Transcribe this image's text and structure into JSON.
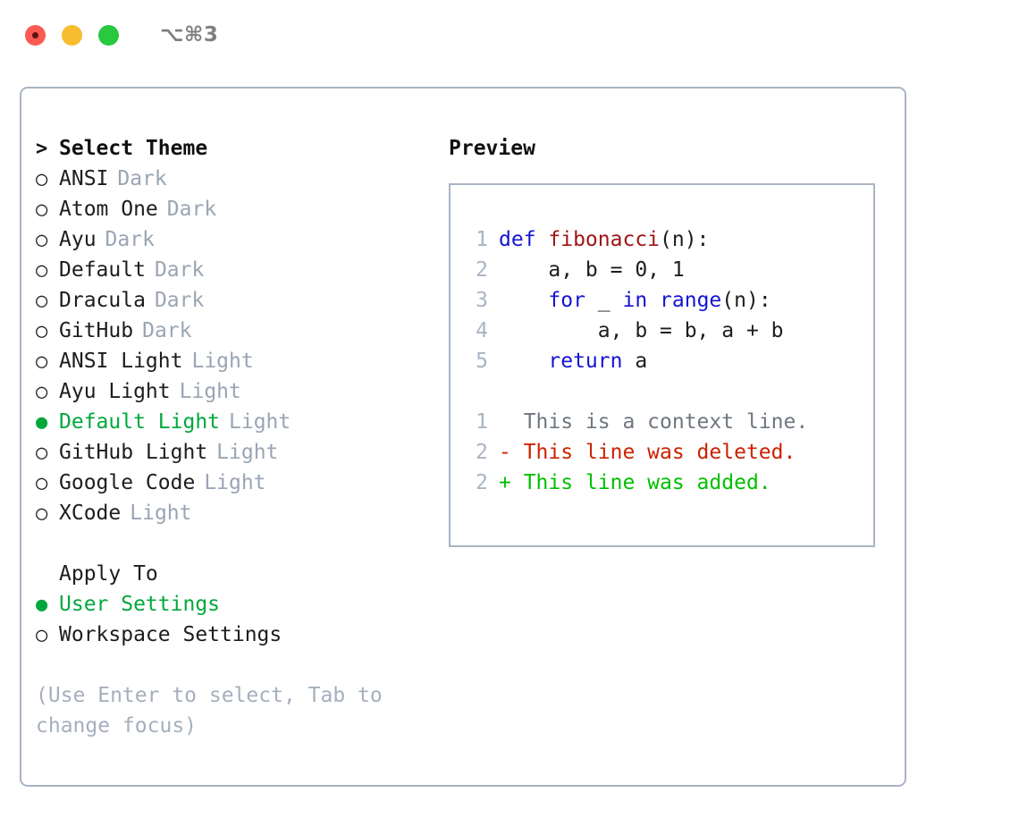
{
  "window": {
    "title": "⌥⌘3",
    "traffic_lights": [
      "close-red",
      "minimize-yellow",
      "maximize-green"
    ]
  },
  "theme_picker": {
    "header_prefix": ">",
    "header_label": "Select Theme",
    "bullet_unselected": "○",
    "bullet_selected": "●",
    "items": [
      {
        "name": "ANSI",
        "variant": "Dark",
        "selected": false
      },
      {
        "name": "Atom One",
        "variant": "Dark",
        "selected": false
      },
      {
        "name": "Ayu",
        "variant": "Dark",
        "selected": false
      },
      {
        "name": "Default",
        "variant": "Dark",
        "selected": false
      },
      {
        "name": "Dracula",
        "variant": "Dark",
        "selected": false
      },
      {
        "name": "GitHub",
        "variant": "Dark",
        "selected": false
      },
      {
        "name": "ANSI Light",
        "variant": "Light",
        "selected": false
      },
      {
        "name": "Ayu Light",
        "variant": "Light",
        "selected": false
      },
      {
        "name": "Default Light",
        "variant": "Light",
        "selected": true
      },
      {
        "name": "GitHub Light",
        "variant": "Light",
        "selected": false
      },
      {
        "name": "Google Code",
        "variant": "Light",
        "selected": false
      },
      {
        "name": "XCode",
        "variant": "Light",
        "selected": false
      }
    ]
  },
  "apply_to": {
    "header_label": "Apply To",
    "items": [
      {
        "label": "User Settings",
        "selected": true
      },
      {
        "label": "Workspace Settings",
        "selected": false
      }
    ]
  },
  "hint": "(Use Enter to select, Tab to change focus)",
  "preview": {
    "title": "Preview",
    "code": [
      {
        "no": "1",
        "tokens": [
          {
            "t": "def ",
            "c": "kw"
          },
          {
            "t": "fibonacci",
            "c": "fn"
          },
          {
            "t": "(n):",
            "c": "txt"
          }
        ]
      },
      {
        "no": "2",
        "tokens": [
          {
            "t": "    a, b = 0, 1",
            "c": "txt"
          }
        ]
      },
      {
        "no": "3",
        "tokens": [
          {
            "t": "    ",
            "c": "txt"
          },
          {
            "t": "for",
            "c": "kw"
          },
          {
            "t": " _ ",
            "c": "txt"
          },
          {
            "t": "in",
            "c": "kw"
          },
          {
            "t": " ",
            "c": "txt"
          },
          {
            "t": "range",
            "c": "kw"
          },
          {
            "t": "(n):",
            "c": "txt"
          }
        ]
      },
      {
        "no": "4",
        "tokens": [
          {
            "t": "        a, b = b, a + b",
            "c": "txt"
          }
        ]
      },
      {
        "no": "5",
        "tokens": [
          {
            "t": "    ",
            "c": "txt"
          },
          {
            "t": "return",
            "c": "kw"
          },
          {
            "t": " a",
            "c": "txt"
          }
        ]
      }
    ],
    "diff": [
      {
        "no": "1",
        "marker": "  ",
        "text": "This is a context line.",
        "kind": "ctx"
      },
      {
        "no": "2",
        "marker": "- ",
        "text": "This line was deleted.",
        "kind": "del"
      },
      {
        "no": "2",
        "marker": "+ ",
        "text": "This line was added.",
        "kind": "add"
      }
    ]
  },
  "colors": {
    "accent_green": "#00a83c",
    "border": "#a9b4c4",
    "muted": "#9aa5b4",
    "keyword_blue": "#1414d2",
    "function_red": "#9e1515",
    "diff_delete": "#cc2200",
    "diff_add": "#00c000",
    "titlebar_title": "#808080"
  }
}
